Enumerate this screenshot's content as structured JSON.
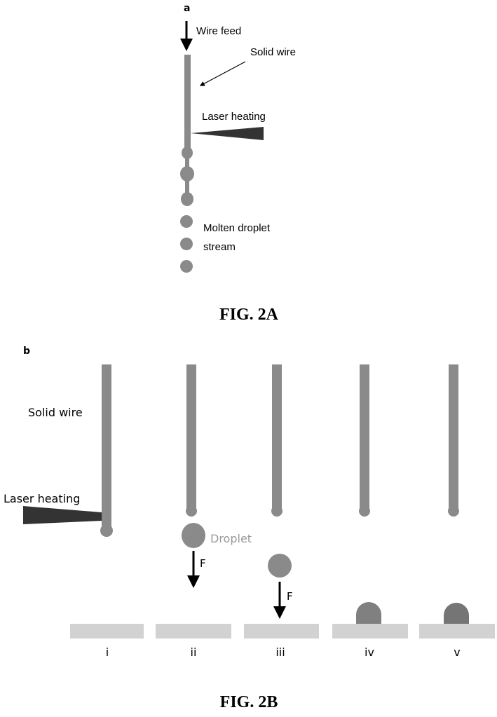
{
  "fig_a": {
    "panel_label": "a",
    "wire_feed": "Wire feed",
    "solid_wire": "Solid wire",
    "laser_heating": "Laser heating",
    "molten_line1": "Molten droplet",
    "molten_line2": "stream",
    "caption": "FIG. 2A"
  },
  "fig_b": {
    "panel_label": "b",
    "solid_wire": "Solid wire",
    "laser_heating": "Laser heating",
    "droplet": "Droplet",
    "force_ii": "F",
    "force_iii": "F",
    "stages": [
      "i",
      "ii",
      "iii",
      "iv",
      "v"
    ],
    "caption": "FIG. 2B"
  },
  "colors": {
    "wire": "#8a8a8a",
    "laser": "#333333",
    "substrate": "#d2d2d2",
    "droplet_text": "#9a9a9a"
  }
}
